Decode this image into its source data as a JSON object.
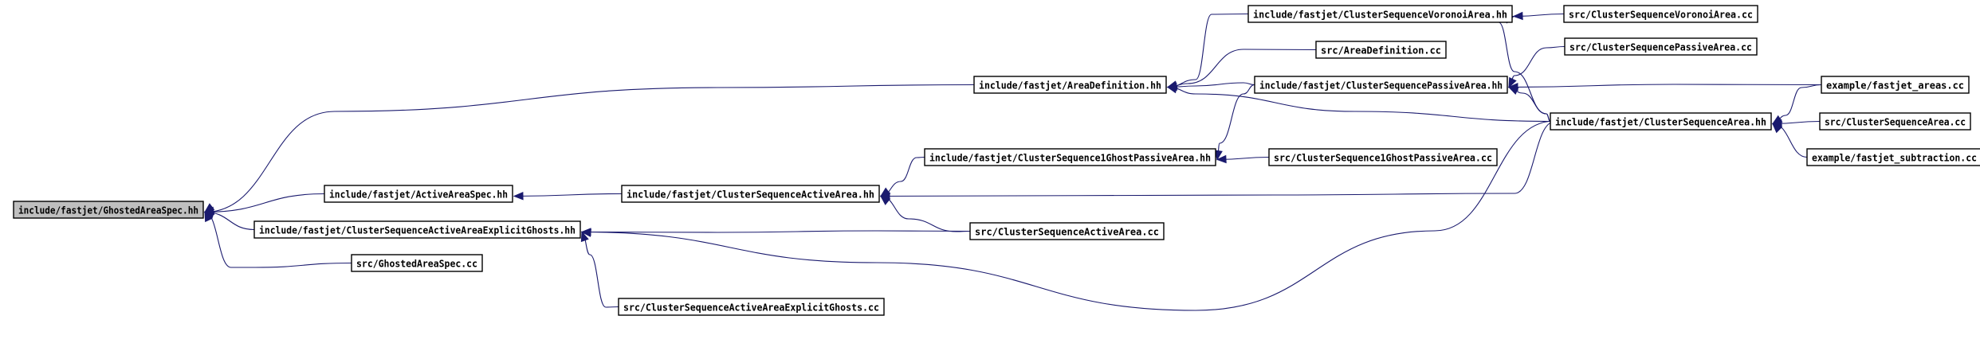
{
  "graph": {
    "nodes": [
      {
        "id": "ghosted_hh",
        "label": "include/fastjet/GhostedAreaSpec.hh",
        "root": true
      },
      {
        "id": "activespec_hh",
        "label": "include/fastjet/ActiveAreaSpec.hh"
      },
      {
        "id": "csaaeg_hh",
        "label": "include/fastjet/ClusterSequenceActiveAreaExplicitGhosts.hh"
      },
      {
        "id": "ghosted_cc",
        "label": "src/GhostedAreaSpec.cc"
      },
      {
        "id": "csaaeg_cc",
        "label": "src/ClusterSequenceActiveAreaExplicitGhosts.cc"
      },
      {
        "id": "csaa_hh",
        "label": "include/fastjet/ClusterSequenceActiveArea.hh"
      },
      {
        "id": "areadef_hh",
        "label": "include/fastjet/AreaDefinition.hh"
      },
      {
        "id": "cs1g_hh",
        "label": "include/fastjet/ClusterSequence1GhostPassiveArea.hh"
      },
      {
        "id": "csaa_cc",
        "label": "src/ClusterSequenceActiveArea.cc"
      },
      {
        "id": "cs1g_cc",
        "label": "src/ClusterSequence1GhostPassiveArea.cc"
      },
      {
        "id": "csva_hh",
        "label": "include/fastjet/ClusterSequenceVoronoiArea.hh"
      },
      {
        "id": "areadef_cc",
        "label": "src/AreaDefinition.cc"
      },
      {
        "id": "cspa_hh",
        "label": "include/fastjet/ClusterSequencePassiveArea.hh"
      },
      {
        "id": "csa_hh",
        "label": "include/fastjet/ClusterSequenceArea.hh"
      },
      {
        "id": "csva_cc",
        "label": "src/ClusterSequenceVoronoiArea.cc"
      },
      {
        "id": "cspa_cc",
        "label": "src/ClusterSequencePassiveArea.cc"
      },
      {
        "id": "fj_areas_cc",
        "label": "example/fastjet_areas.cc"
      },
      {
        "id": "csa_cc",
        "label": "src/ClusterSequenceArea.cc"
      },
      {
        "id": "fj_sub_cc",
        "label": "example/fastjet_subtraction.cc"
      }
    ],
    "edges": [
      {
        "from": "activespec_hh",
        "to": "ghosted_hh"
      },
      {
        "from": "csaaeg_hh",
        "to": "ghosted_hh"
      },
      {
        "from": "ghosted_cc",
        "to": "ghosted_hh"
      },
      {
        "from": "areadef_hh",
        "to": "ghosted_hh"
      },
      {
        "from": "csaa_hh",
        "to": "activespec_hh"
      },
      {
        "from": "csaaeg_cc",
        "to": "csaaeg_hh"
      },
      {
        "from": "csaa_cc",
        "to": "csaaeg_hh"
      },
      {
        "from": "csa_hh",
        "to": "csaaeg_hh"
      },
      {
        "from": "cs1g_hh",
        "to": "csaa_hh"
      },
      {
        "from": "csaa_cc",
        "to": "csaa_hh"
      },
      {
        "from": "csa_hh",
        "to": "csaa_hh"
      },
      {
        "from": "csva_hh",
        "to": "areadef_hh"
      },
      {
        "from": "areadef_cc",
        "to": "areadef_hh"
      },
      {
        "from": "cspa_hh",
        "to": "areadef_hh"
      },
      {
        "from": "csa_hh",
        "to": "areadef_hh"
      },
      {
        "from": "cs1g_cc",
        "to": "cs1g_hh"
      },
      {
        "from": "cspa_hh",
        "to": "cs1g_hh"
      },
      {
        "from": "csva_cc",
        "to": "csva_hh"
      },
      {
        "from": "csa_hh",
        "to": "csva_hh"
      },
      {
        "from": "cspa_cc",
        "to": "cspa_hh"
      },
      {
        "from": "csa_hh",
        "to": "cspa_hh"
      },
      {
        "from": "fj_areas_cc",
        "to": "cspa_hh"
      },
      {
        "from": "fj_areas_cc",
        "to": "csa_hh"
      },
      {
        "from": "csa_cc",
        "to": "csa_hh"
      },
      {
        "from": "fj_sub_cc",
        "to": "csa_hh"
      }
    ]
  },
  "colors": {
    "edge": "#1a1a6e",
    "root_fill": "#bfbfbf",
    "node_fill": "#ffffff",
    "border": "#000000"
  }
}
